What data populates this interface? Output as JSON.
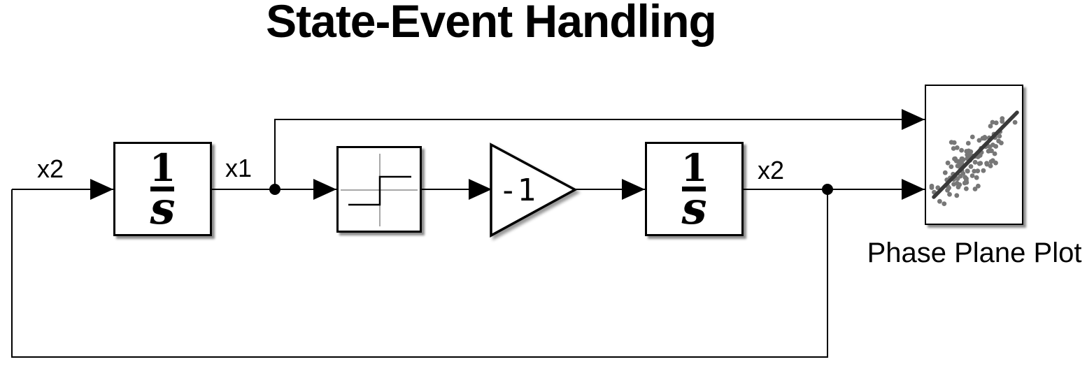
{
  "title": "State-Event Handling",
  "signal_labels": {
    "input_x2": "x2",
    "branch_x1": "x1",
    "output_x2": "x2"
  },
  "blocks": {
    "integrator1": {
      "type": "integrator",
      "numerator": "1",
      "denominator": "s"
    },
    "sign": {
      "type": "sign",
      "icon": "sign-step-icon"
    },
    "gain": {
      "type": "gain",
      "label": "-1"
    },
    "integrator2": {
      "type": "integrator",
      "numerator": "1",
      "denominator": "s"
    },
    "phase_plane_plot": {
      "type": "scope",
      "label": "Phase Plane Plot",
      "icon": "scatter-plot-icon"
    }
  },
  "colors": {
    "line_color": "#000000",
    "block_border": "#000000",
    "block_fill": "#ffffff",
    "axis_gray": "#a8a8a8",
    "dot_gray": "#777777",
    "trend_line": "#3a3a3a",
    "background": "#ffffff",
    "text_color": "#000000"
  }
}
